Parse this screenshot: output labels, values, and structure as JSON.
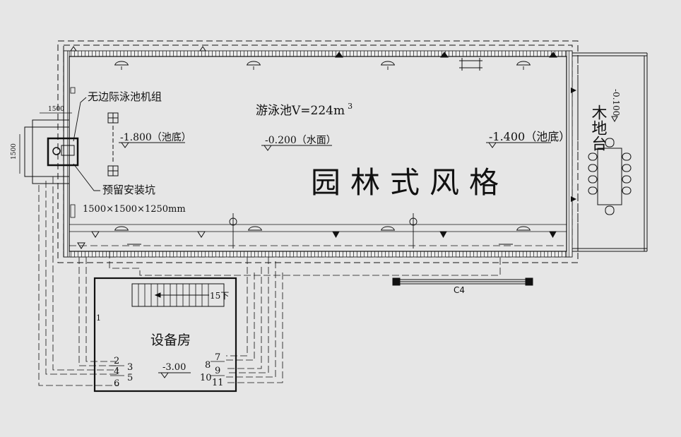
{
  "labels": {
    "pool_unit": "无边际泳池机组",
    "reserved_pit": "预留安装坑",
    "pit_size": "1500×1500×1250mm",
    "pool_volume": "游泳池V=224m",
    "pool_volume_sup": "3",
    "style_title": "园林式风格",
    "level_left": "-1.800（池底）",
    "level_water": "-0.200（水面）",
    "level_right": "-1.400（池底）",
    "wood_deck": "木地台",
    "wood_deck_level": "-0.100",
    "equipment_room": "设备房",
    "room_level": "-3.00",
    "stair_label": "15下",
    "window_tag": "C4",
    "dim_1500_a": "1500",
    "dim_1500_b": "1500",
    "pipe_tag_1": "1"
  },
  "pipe_numbers": {
    "left": [
      "2",
      "3",
      "4",
      "5",
      "6"
    ],
    "right": [
      "7",
      "8",
      "9",
      "10",
      "11"
    ]
  },
  "colors": {
    "background": "#e6e6e6",
    "line": "#111111",
    "paper": "#e6e6e6"
  }
}
